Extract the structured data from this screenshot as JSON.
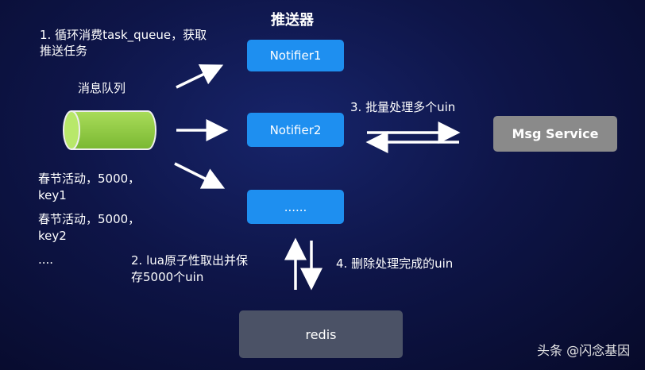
{
  "header": {
    "title": "推送器"
  },
  "steps": {
    "s1_line1": "1. 循环消费task_queue，获取",
    "s1_line2": "推送任务",
    "s2_line1": "2. lua原子性取出并保",
    "s2_line2": "存5000个uin",
    "s3": "3. 批量处理多个uin",
    "s4": "4. 删除处理完成的uin"
  },
  "queue": {
    "label": "消息队列",
    "items": [
      "春节活动，5000，",
      "key1",
      "春节活动，5000，",
      "key2",
      "...."
    ]
  },
  "notifiers": [
    "Notifier1",
    "Notifier2",
    "......"
  ],
  "services": {
    "msg": "Msg Service",
    "redis": "redis"
  },
  "watermark": "头条 @闪念基因",
  "colors": {
    "notifier": "#1e8ff0",
    "msg_service": "#8a8a8a",
    "redis": "#4b5266",
    "queue": "#8fcc3e"
  }
}
